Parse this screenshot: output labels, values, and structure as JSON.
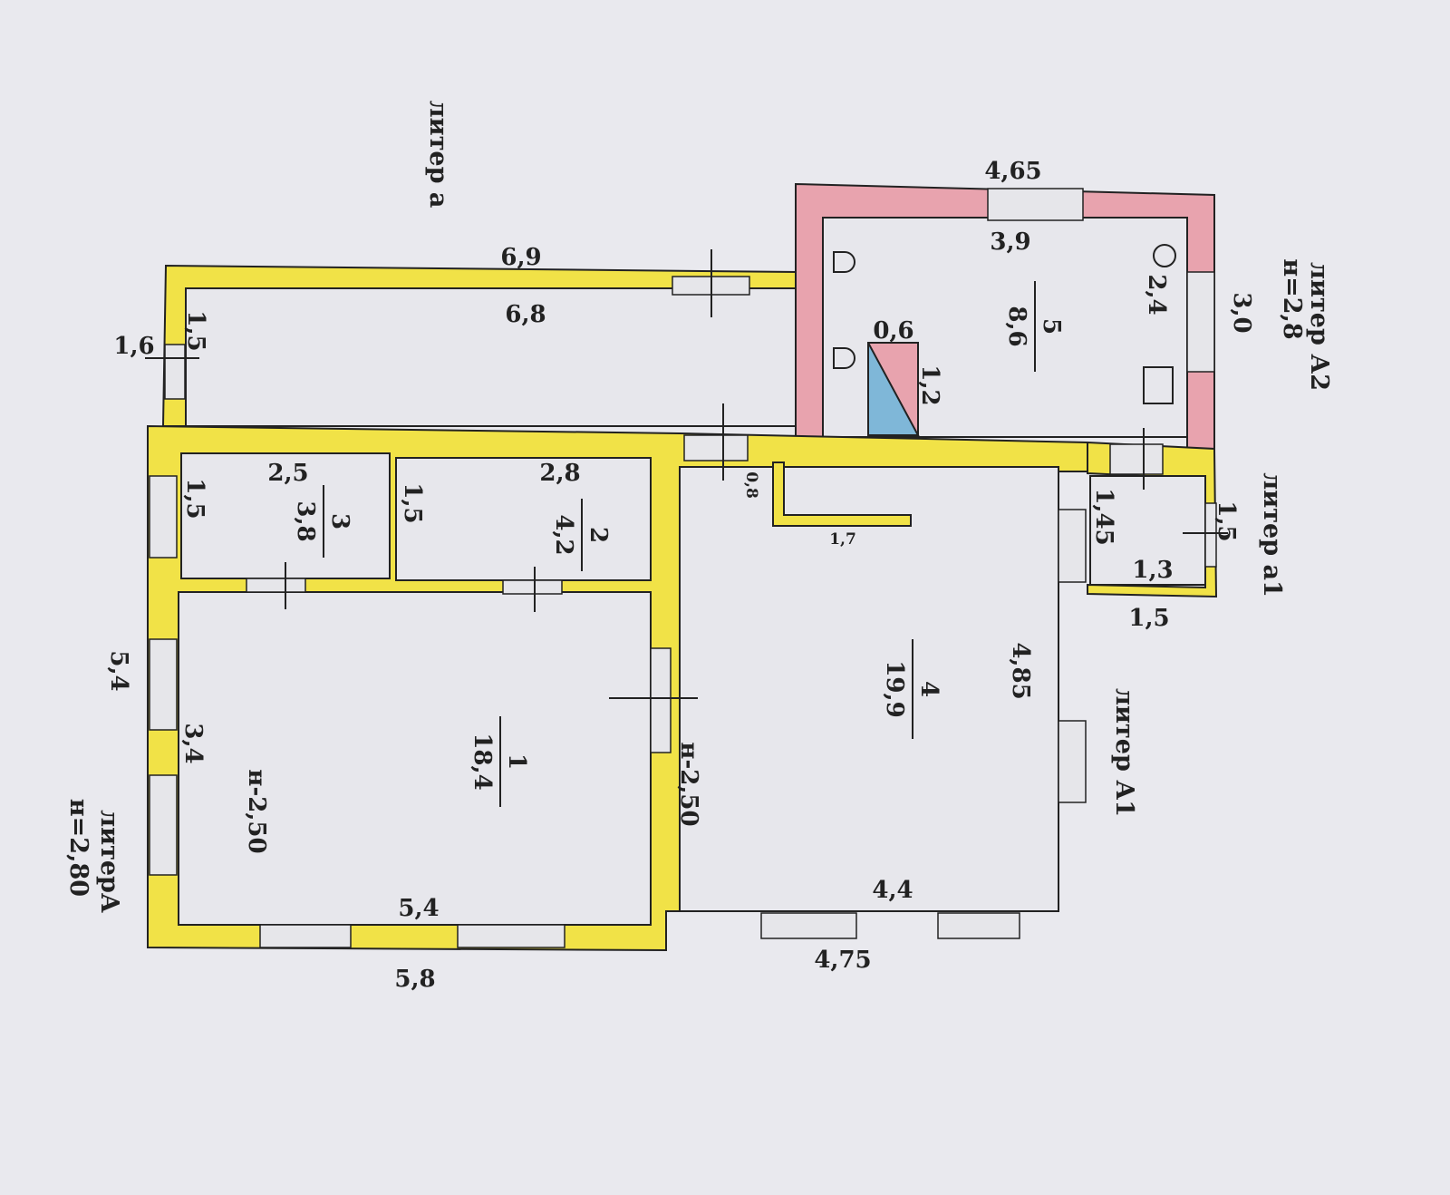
{
  "liters": {
    "a": "литер а",
    "a2": "литер А2",
    "a2_height": "н=2,8",
    "a1_small": "литер а1",
    "a1": "литер А1",
    "main": "литерА",
    "main_height": "н=2,80"
  },
  "rooms": [
    {
      "number": "1",
      "area": "18,4",
      "height": "н-2,50"
    },
    {
      "number": "2",
      "area": "4,2"
    },
    {
      "number": "3",
      "area": "3,8"
    },
    {
      "number": "4",
      "area": "19,9",
      "height": "н-2,50"
    },
    {
      "number": "5",
      "area": "8,6"
    }
  ],
  "dimensions": {
    "a2_outer_top": "4,65",
    "a2_inner_top": "3,9",
    "a2_outer_right": "3,0",
    "a2_inner_right": "2,4",
    "stove_w": "0,6",
    "stove_h": "1,2",
    "a_outer": "6,9",
    "a_inner": "6,8",
    "a_outer_left": "1,6",
    "a_inner_left": "1,5",
    "r3_top": "2,5",
    "r3_left": "1,5",
    "r2_left": "1,5",
    "r2_top": "2,8",
    "main_left_outer": "5,4",
    "r1_left": "3,4",
    "r1_bottom": "5,4",
    "main_bottom_outer": "5,8",
    "a1_bottom_outer": "4,75",
    "r4_bottom": "4,4",
    "r4_right": "4,85",
    "partition_short": "0,8",
    "partition_long": "1,7",
    "a1s_left": "1,45",
    "a1s_inner": "1,3",
    "a1s_bottom": "1,5",
    "a1s_right": "1,5"
  }
}
